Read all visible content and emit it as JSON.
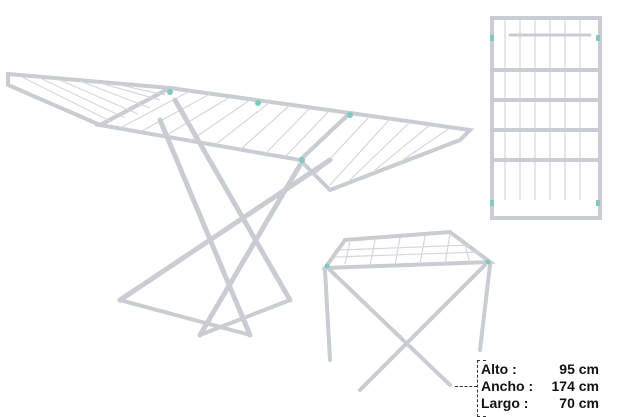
{
  "dimensions": [
    {
      "label": "Alto :",
      "value": "95 cm"
    },
    {
      "label": "Ancho :",
      "value": "174 cm"
    },
    {
      "label": "Largo :",
      "value": "70 cm"
    }
  ],
  "colors": {
    "frame": "#c9ccd3",
    "clip": "#7fc9c0",
    "text": "#111111"
  }
}
